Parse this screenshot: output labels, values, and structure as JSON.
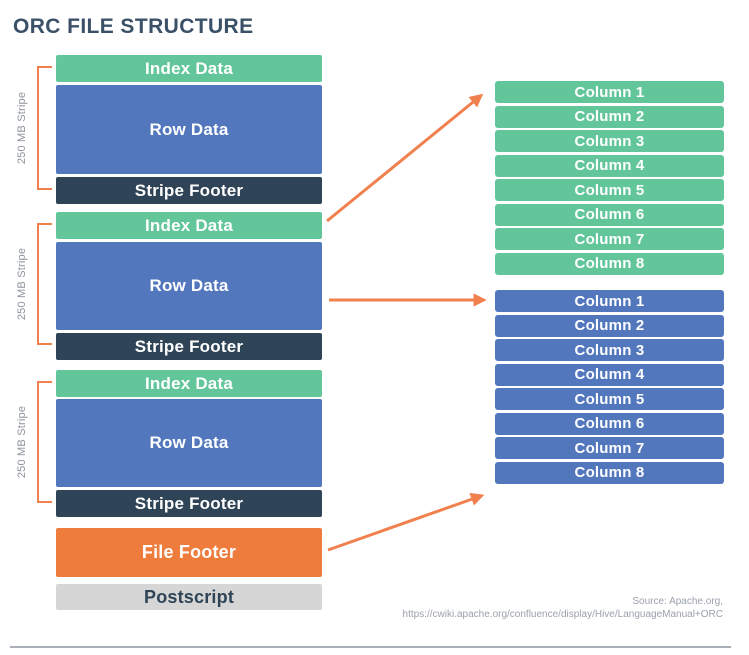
{
  "title": "ORC FILE STRUCTURE",
  "stripes": [
    {
      "size_label": "250 MB Stripe",
      "index": "Index Data",
      "row": "Row Data",
      "footer": "Stripe Footer"
    },
    {
      "size_label": "250 MB Stripe",
      "index": "Index Data",
      "row": "Row Data",
      "footer": "Stripe Footer"
    },
    {
      "size_label": "250 MB Stripe",
      "index": "Index Data",
      "row": "Row Data",
      "footer": "Stripe Footer"
    }
  ],
  "file_footer": "File Footer",
  "postscript": "Postscript",
  "column_groups": [
    {
      "name": "stripe-index-columns",
      "color": "#63C69A",
      "items": [
        "Column 1",
        "Column 2",
        "Column 3",
        "Column 4",
        "Column 5",
        "Column 6",
        "Column 7",
        "Column 8"
      ]
    },
    {
      "name": "stripe-data-columns",
      "color": "#5277BD",
      "items": [
        "Column 1",
        "Column 2",
        "Column 3",
        "Column 4",
        "Column 5",
        "Column 6",
        "Column 7",
        "Column 8"
      ]
    }
  ],
  "source": {
    "line1": "Source: Apache.org,",
    "line2": "https://cwiki.apache.org/confluence/display/Hive/LanguageManual+ORC"
  },
  "colors": {
    "index_green": "#63C69A",
    "row_blue": "#5277BD",
    "footer_navy": "#2F4457",
    "file_footer_orange": "#EE7C3C",
    "postscript_gray": "#D6D6D6",
    "arrow_orange": "#F0814E",
    "title_navy": "#3A5168"
  }
}
